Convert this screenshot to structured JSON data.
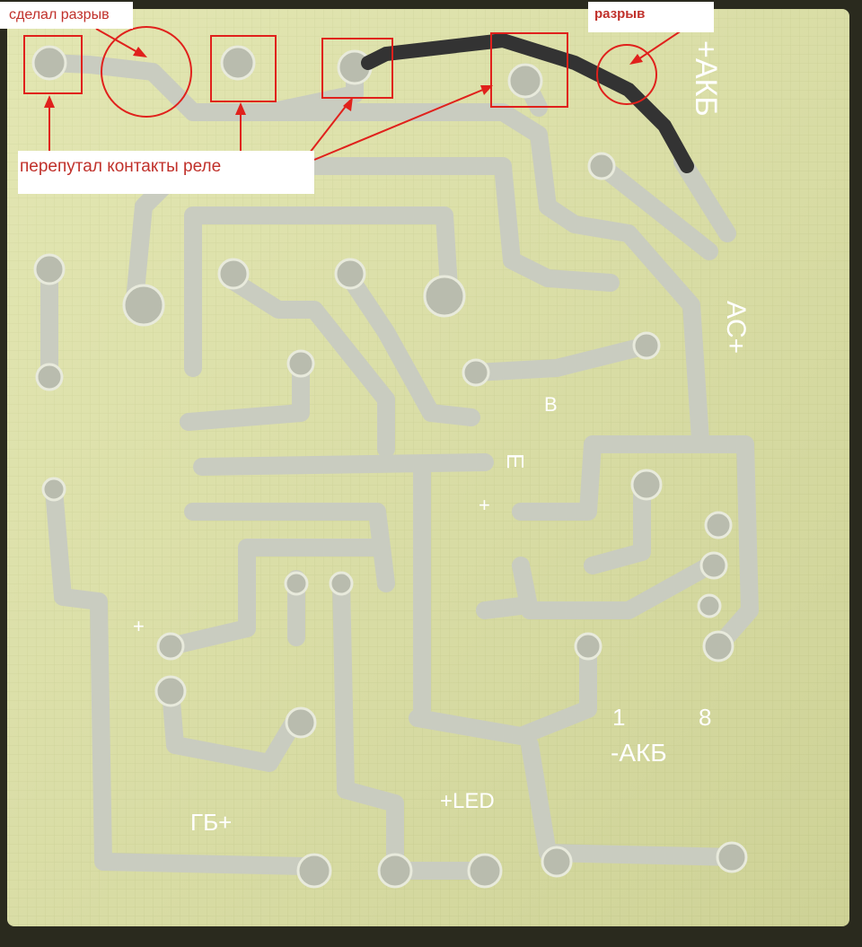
{
  "annotations": {
    "break_made": "сделал разрыв",
    "break": "разрыв",
    "relay_contacts_mixed": "перепутал контакты реле"
  },
  "board_markings": {
    "akb_top": "+АКБ",
    "ac": "AC+",
    "b": "B",
    "e": "E",
    "plus_mid": "+",
    "plus_left": "+",
    "one": "1",
    "eight": "8",
    "akb_bottom": "-АКБ",
    "led": "+LED",
    "gb": "ГБ+"
  },
  "colors": {
    "background": "#2a2a1e",
    "board": "#dfe3a8",
    "solder": "#c9ccc0",
    "annotation_red": "#e0211c",
    "annotation_text": "#c0302a",
    "wire": "#333333"
  }
}
